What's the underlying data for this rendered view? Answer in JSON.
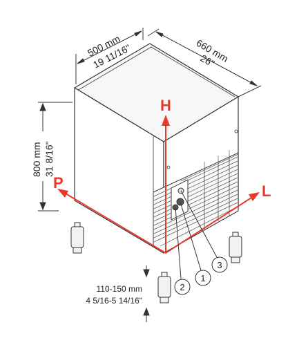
{
  "dimensions": {
    "width_mm": "500 mm",
    "width_in": "19 11/16\"",
    "depth_mm": "660 mm",
    "depth_in": "26\"",
    "height_mm": "800 mm",
    "height_in": "31 8/16\"",
    "leg_mm": "110-150 mm",
    "leg_in": "4 5/16-5 14/16\""
  },
  "axes": {
    "height": "H",
    "left": "L",
    "depth": "P"
  },
  "callouts": [
    "1",
    "2",
    "3"
  ],
  "colors": {
    "axis": "#e8392b",
    "line": "#333333",
    "fill": "#f4f4f4"
  }
}
